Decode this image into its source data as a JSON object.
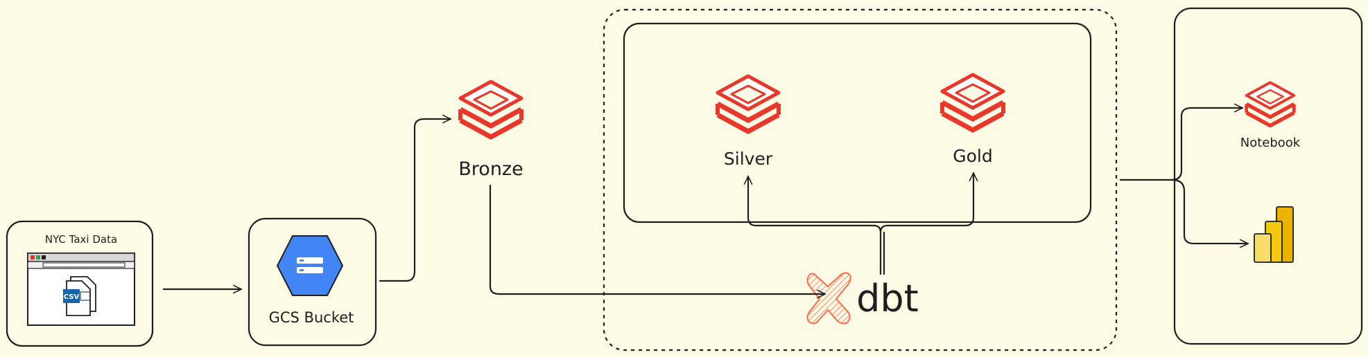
{
  "nodes": {
    "source": {
      "title": "NYC Taxi Data",
      "file_badge": "CSV",
      "icon": "browser-csv-file-icon"
    },
    "gcs": {
      "label": "GCS Bucket",
      "icon": "gcs-bucket-icon"
    },
    "bronze": {
      "label": "Bronze",
      "icon": "databricks-icon"
    },
    "silver": {
      "label": "Silver",
      "icon": "databricks-icon"
    },
    "gold": {
      "label": "Gold",
      "icon": "databricks-icon"
    },
    "dbt": {
      "label": "dbt",
      "icon": "dbt-icon"
    },
    "notebook": {
      "label": "Notebook",
      "icon": "databricks-icon"
    },
    "powerbi": {
      "icon": "powerbi-icon"
    }
  },
  "colors": {
    "background": "#fdfbe6",
    "stroke": "#1e1e1e",
    "databricks_red": "#e8372b",
    "gcs_blue": "#4285f4",
    "dbt_orange": "#ff6849",
    "powerbi_yellow": "#f2c811"
  }
}
